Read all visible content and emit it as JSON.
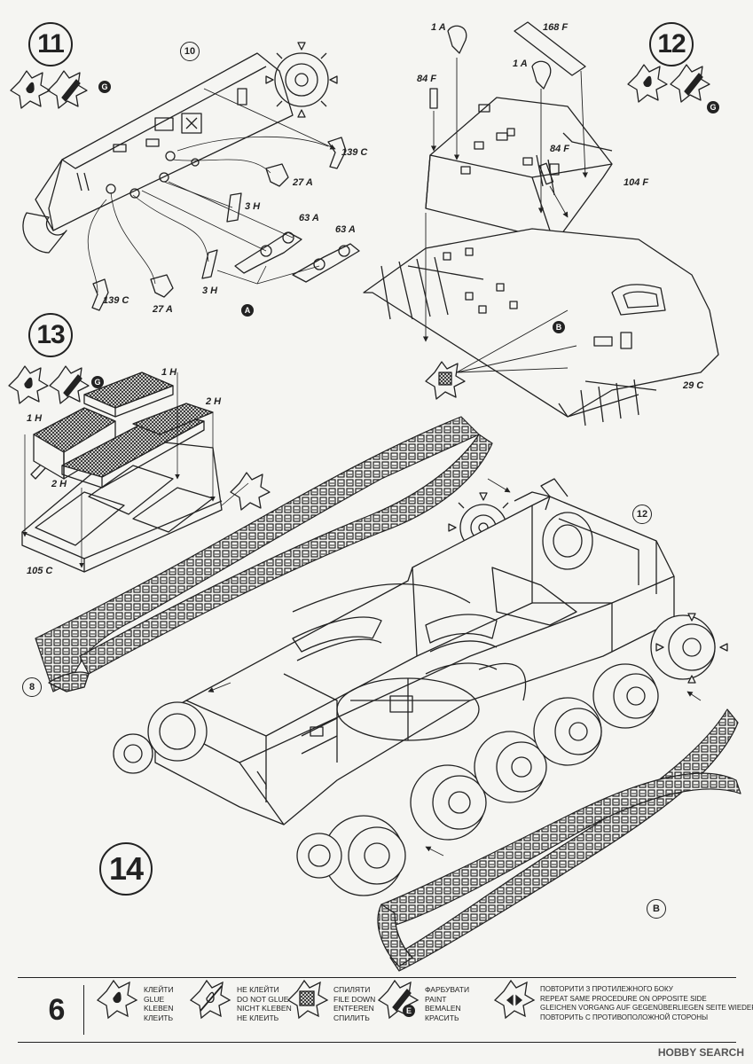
{
  "steps": {
    "s11": "11",
    "s12": "12",
    "s13": "13",
    "s14": "14"
  },
  "refs": {
    "r10": "10",
    "r12": "12",
    "r8": "8",
    "rB": "B"
  },
  "subassembly_marks": {
    "a": "A",
    "b": "B"
  },
  "icon_letter_g": "G",
  "labels": {
    "p139c_a": "139 C",
    "p27a_a": "27 A",
    "p3h_a": "3 H",
    "p63a_a": "63 A",
    "p63a_b": "63 A",
    "p27a_b": "27 A",
    "p139c_b": "139 C",
    "p3h_b": "3 H",
    "p1a_a": "1 A",
    "p168f": "168 F",
    "p84f_a": "84 F",
    "p1a_b": "1 A",
    "p84f_b": "84 F",
    "p104f": "104 F",
    "p29c": "29 C",
    "p1h_a": "1 H",
    "p1h_b": "1 H",
    "p2h_a": "2 H",
    "p2h_b": "2 H",
    "p105c": "105 C"
  },
  "legend": {
    "page_number": "6",
    "glue": [
      "КЛЕЙТИ",
      "GLUE",
      "KLEBEN",
      "КЛЕИТЬ"
    ],
    "no_glue": [
      "НЕ КЛЕЙТИ",
      "DO NOT GLUE",
      "NICHT KLEBEN",
      "НЕ КЛЕИТЬ"
    ],
    "file": [
      "СПИЛЯТИ",
      "FILE DOWN",
      "ENTFEREN",
      "СПИЛИТЬ"
    ],
    "paint": [
      "ФАРБУВАТИ",
      "PAINT",
      "BEMALEN",
      "КРАСИТЬ"
    ],
    "paint_letter": "E",
    "repeat": [
      "ПОВТОРИТИ З ПРОТИЛЕЖНОГО БОКУ",
      "REPEAT SAME PROCEDURE ON OPPOSITE SIDE",
      "GLEICHEN VORGANG AUF GEGENÜBERLIEGEN SEITE WIEDERHOLEN",
      "ПОВТОРИТЬ С ПРОТИВОПОЛОЖНОЙ СТОРОНЫ"
    ]
  },
  "watermark": "HOBBY SEARCH",
  "colors": {
    "ink": "#222222",
    "paper": "#f5f5f2"
  }
}
